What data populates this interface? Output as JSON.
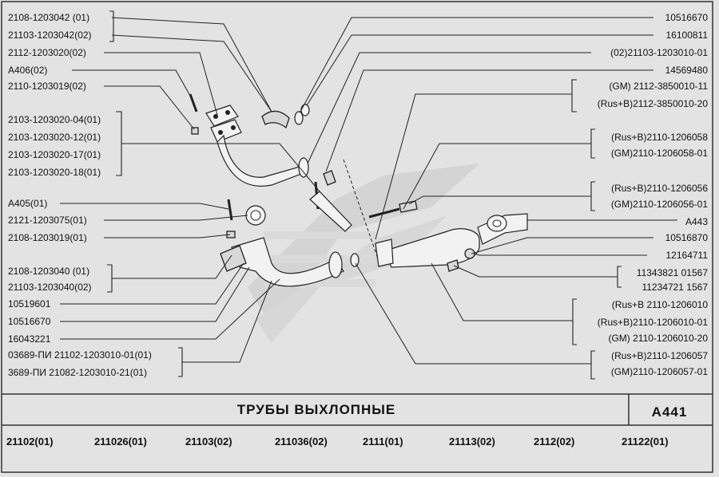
{
  "title": "ТРУБЫ  ВЫХЛОПНЫЕ",
  "code": "A441",
  "left_labels": [
    "2108-1203042 (01)",
    "21103-1203042(02)",
    "2112-1203020(02)",
    "A406(02)",
    "2110-1203019(02)",
    "2103-1203020-04(01)",
    "2103-1203020-12(01)",
    "2103-1203020-17(01)",
    "2103-1203020-18(01)",
    "A405(01)",
    "2121-1203075(01)",
    "2108-1203019(01)",
    "2108-1203040 (01)",
    "21103-1203040(02)",
    "10519601",
    "10516670",
    "16043221",
    "03689-ПИ  21102-1203010-01(01)",
    "3689-ПИ   21082-1203010-21(01)"
  ],
  "right_labels": [
    "10516670",
    "16100811",
    "(02)21103-1203010-01",
    "14569480",
    "(GM)     2112-3850010-11",
    "(Rus+B)2112-3850010-20",
    "(Rus+B)2110-1206058",
    "(GM)2110-1206058-01",
    "(Rus+B)2110-1206056",
    "(GM)2110-1206056-01",
    "A443",
    "10516870",
    "12164711",
    "11343821  01567",
    "11234721    1567",
    "(Rus+B      2110-1206010",
    "(Rus+B)2110-1206010-01",
    "(GM)     2110-1206010-20",
    "(Rus+B)2110-1206057",
    "(GM)2110-1206057-01"
  ],
  "models": [
    "21102(01)",
    "211026(01)",
    "21103(02)",
    "211036(02)",
    "2111(01)",
    "21113(02)",
    "2112(02)",
    "21122(01)"
  ]
}
